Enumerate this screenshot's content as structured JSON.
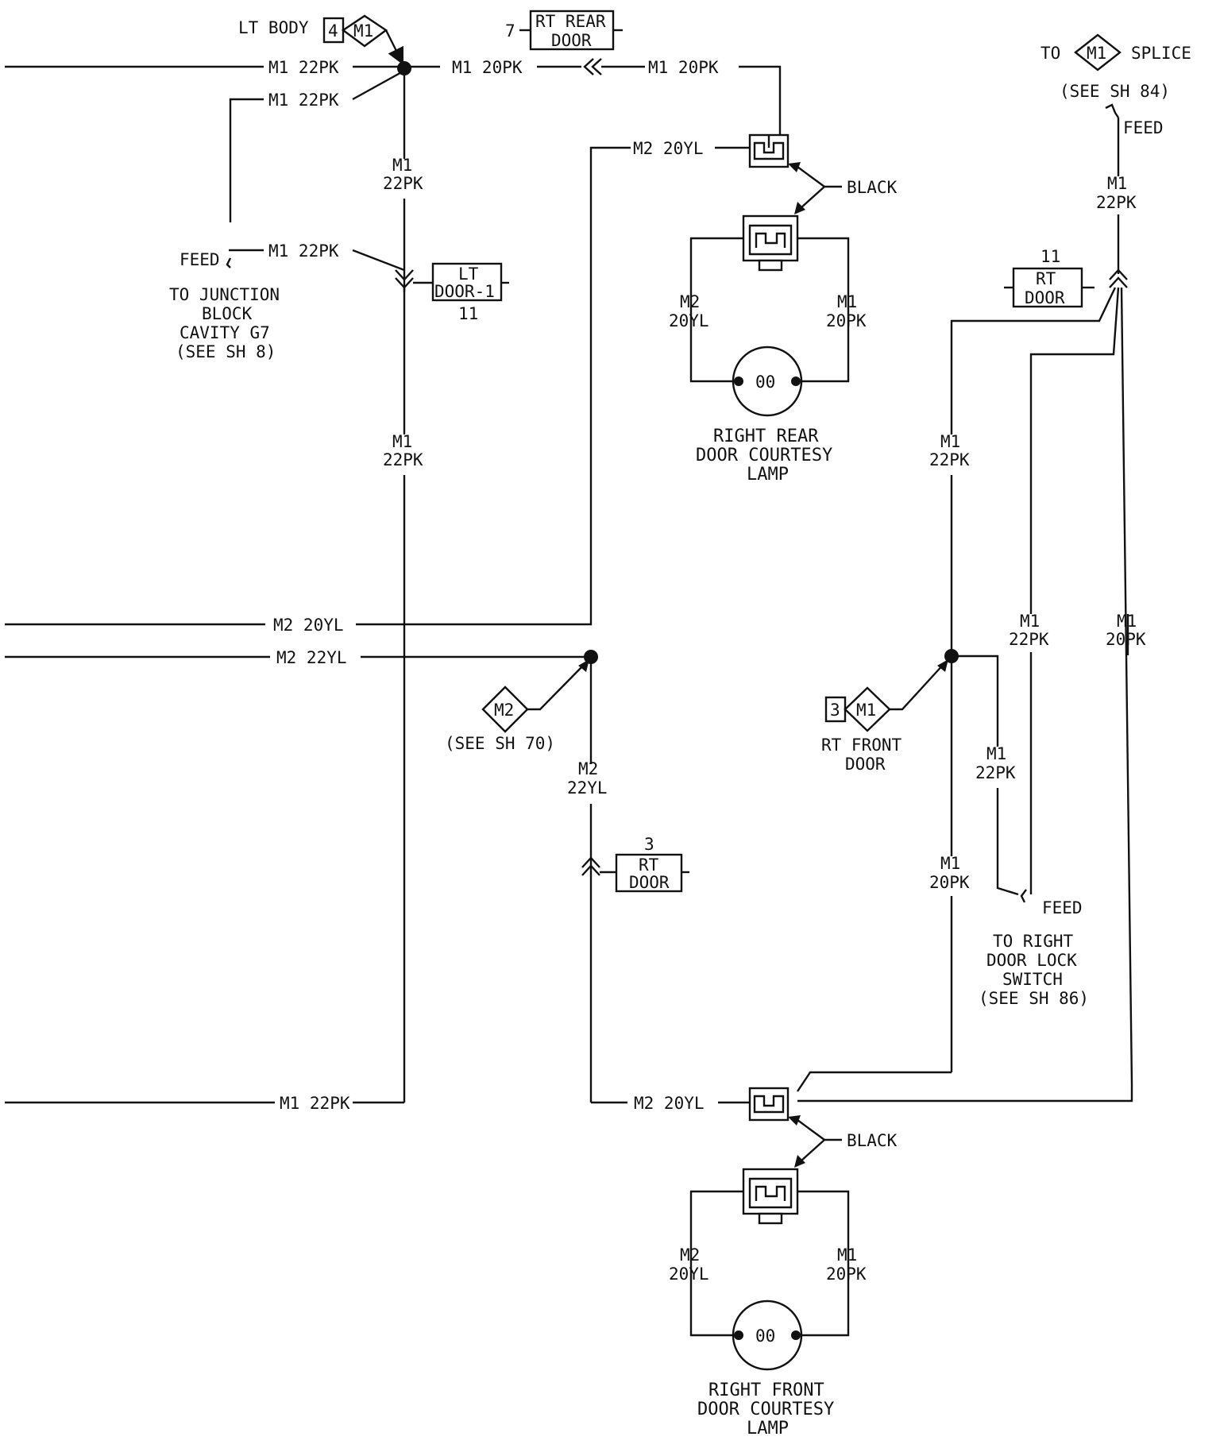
{
  "wires": {
    "m1_22pk": "M1 22PK",
    "m1_20pk": "M1 20PK",
    "m2_20yl": "M2 20YL",
    "m2_22yl": "M2 22YL",
    "m1": "M1",
    "m2": "M2",
    "g22pk": "22PK",
    "g20pk": "20PK",
    "g20yl": "20YL",
    "g22yl": "22YL"
  },
  "splices": {
    "lt_body_label": "LT BODY",
    "lt_body_num": "4",
    "lt_body_id": "M1",
    "to_label": "TO",
    "to_splice_id": "M1",
    "splice_label": "SPLICE",
    "see_sh84": "(SEE SH 84)",
    "m2_id": "M2",
    "see_sh70": "(SEE SH 70)",
    "rt_front_num": "3",
    "rt_front_id": "M1",
    "rt_front_line1": "RT FRONT",
    "rt_front_line2": "DOOR"
  },
  "connectors": {
    "rt_rear_door_pin": "7",
    "rt_rear_line1": "RT REAR",
    "rt_rear_line2": "DOOR",
    "lt_door_line1": "LT",
    "lt_door_line2": "DOOR-1",
    "lt_door_pin": "11",
    "rt_door_top_pin": "11",
    "rt_door_top_line1": "RT",
    "rt_door_top_line2": "DOOR",
    "rt_door_mid_pin": "3",
    "rt_door_mid_line1": "RT",
    "rt_door_mid_line2": "DOOR"
  },
  "feeds": {
    "feed": "FEED",
    "junction_line1": "TO JUNCTION",
    "junction_line2": "BLOCK",
    "junction_line3": "CAVITY G7",
    "junction_line4": "(SEE SH 8)",
    "lock_line1": "TO RIGHT",
    "lock_line2": "DOOR LOCK",
    "lock_line3": "SWITCH",
    "lock_line4": "(SEE SH 86)"
  },
  "lamps": {
    "black": "BLACK",
    "lamp_symbol": "00",
    "rear_line1": "RIGHT REAR",
    "rear_line2": "DOOR COURTESY",
    "rear_line3": "LAMP",
    "front_line1": "RIGHT FRONT",
    "front_line2": "DOOR COURTESY",
    "front_line3": "LAMP"
  }
}
